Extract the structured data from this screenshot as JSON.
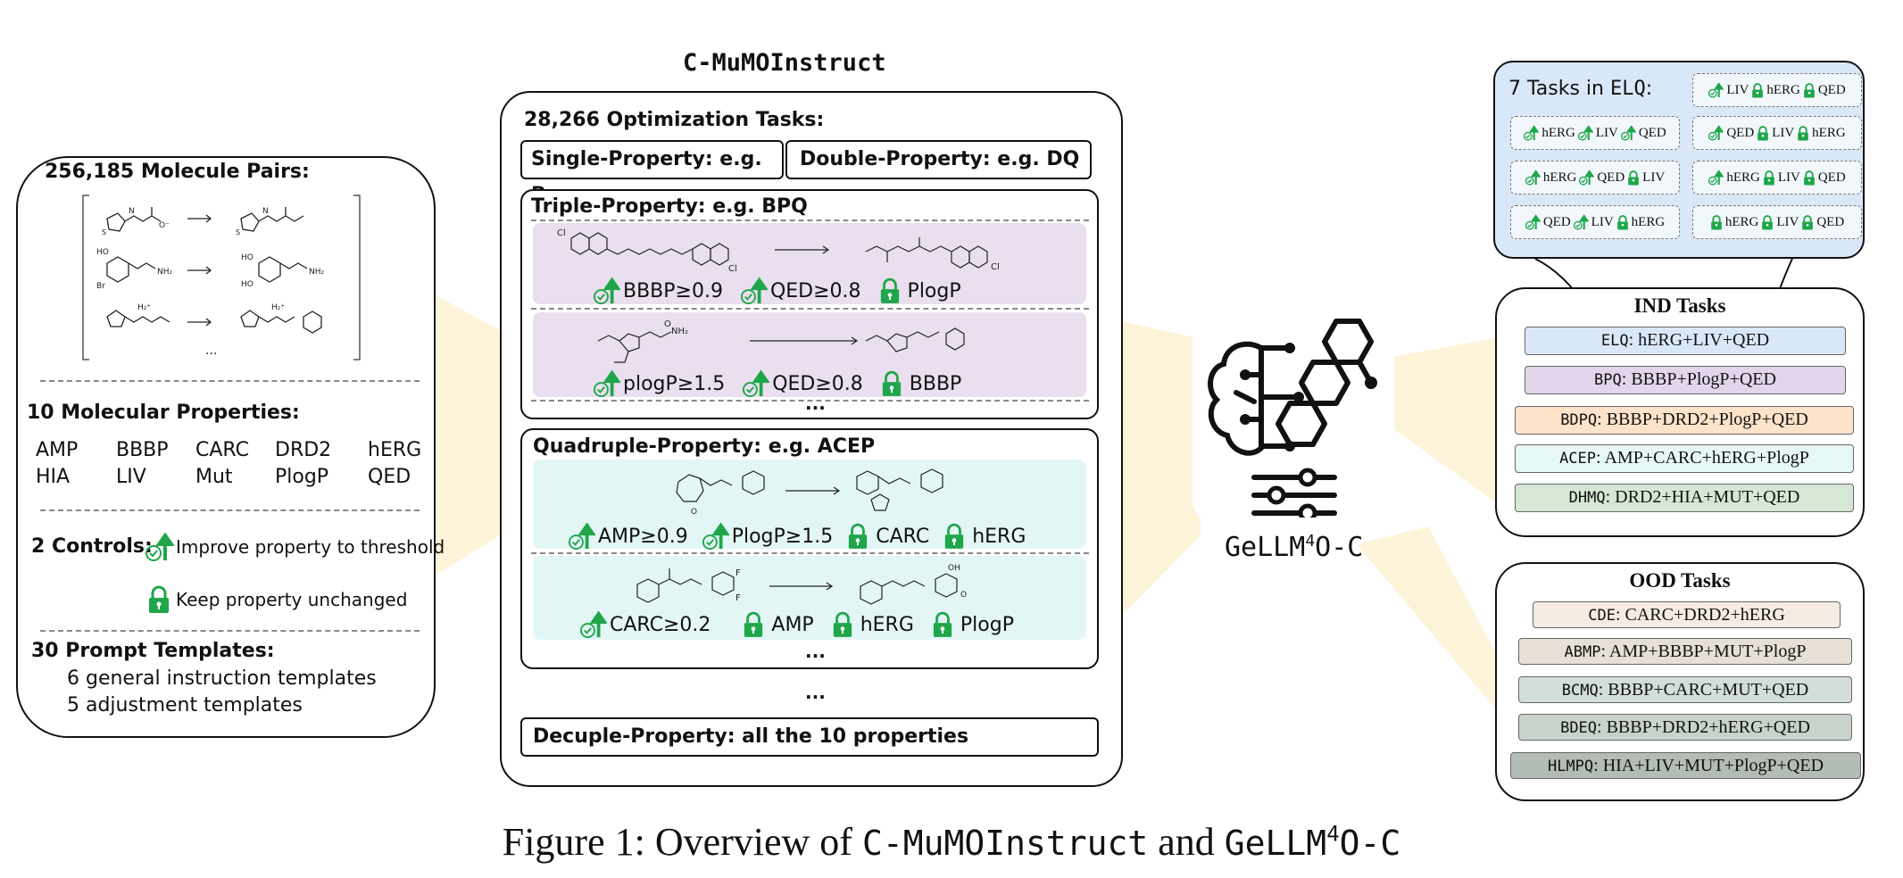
{
  "colors": {
    "green": "#1fa64a",
    "purple_bg": "#e9dfee",
    "cyan_bg": "#e2f6f6",
    "elq_bg": "#d9e8f8",
    "bpq_bg": "#e3d6ec",
    "bdpq_bg": "#fde3c9",
    "acep_bg": "#e6f7f7",
    "dhmq_bg": "#d4e8d5",
    "cde_bg": "#f4ebe2",
    "abmp_bg": "#e6e0d6",
    "bcmq_bg": "#d3ded8",
    "bdeq_bg": "#c8d3cb",
    "hlmpq_bg": "#b3bdb5",
    "beam": "#fdf3d9"
  },
  "left": {
    "pairs_title": "256,185 Molecule Pairs:",
    "ellipsis": "...",
    "props_title": "10 Molecular Properties:",
    "properties": [
      "AMP",
      "BBBP",
      "CARC",
      "DRD2",
      "hERG",
      "HIA",
      "LIV",
      "Mut",
      "PlogP",
      "QED"
    ],
    "controls_title": "2 Controls:",
    "control_improve": "Improve property to threshold",
    "control_keep": "Keep property unchanged",
    "templates_title": "30 Prompt Templates:",
    "template_general": "6 general instruction templates",
    "template_adjust": "5 adjustment templates"
  },
  "middle": {
    "title": "C-MuMOInstruct",
    "tasks_title": "28,266 Optimization Tasks:",
    "single": "Single-Property: e.g. B",
    "double": "Double-Property: e.g. DQ",
    "triple_title": "Triple-Property: e.g. BPQ",
    "triple_row1": [
      {
        "icon": "improve",
        "text": "BBBP≥0.9"
      },
      {
        "icon": "improve",
        "text": "QED≥0.8"
      },
      {
        "icon": "keep",
        "text": "PlogP"
      }
    ],
    "triple_row2": [
      {
        "icon": "improve",
        "text": "plogP≥1.5"
      },
      {
        "icon": "improve",
        "text": "QED≥0.8"
      },
      {
        "icon": "keep",
        "text": "BBBP"
      }
    ],
    "triple_more": "...",
    "quad_title": "Quadruple-Property: e.g. ACEP",
    "quad_row1": [
      {
        "icon": "improve",
        "text": "AMP≥0.9"
      },
      {
        "icon": "improve",
        "text": "PlogP≥1.5"
      },
      {
        "icon": "keep",
        "text": "CARC"
      },
      {
        "icon": "keep",
        "text": "hERG"
      }
    ],
    "quad_row2": [
      {
        "icon": "improve",
        "text": "CARC≥0.2"
      },
      {
        "icon": "keep",
        "text": "AMP"
      },
      {
        "icon": "keep",
        "text": "hERG"
      },
      {
        "icon": "keep",
        "text": "PlogP"
      }
    ],
    "quad_more": "...",
    "more": "...",
    "decuple": "Decuple-Property: all the 10 properties"
  },
  "model": {
    "name_prefix": "GeLLM",
    "name_sup": "4",
    "name_suffix": "O-C"
  },
  "elq": {
    "title_prefix": "7 Tasks in ",
    "title_code": "ELQ",
    "title_suffix": ":",
    "tasks": [
      [
        {
          "i": "improve",
          "t": "LIV"
        },
        {
          "i": "keep",
          "t": "hERG"
        },
        {
          "i": "keep",
          "t": "QED"
        }
      ],
      [
        {
          "i": "improve",
          "t": "hERG"
        },
        {
          "i": "improve",
          "t": "LIV"
        },
        {
          "i": "improve",
          "t": "QED"
        }
      ],
      [
        {
          "i": "improve",
          "t": "QED"
        },
        {
          "i": "keep",
          "t": "LIV"
        },
        {
          "i": "keep",
          "t": "hERG"
        }
      ],
      [
        {
          "i": "improve",
          "t": "hERG"
        },
        {
          "i": "improve",
          "t": "QED"
        },
        {
          "i": "keep",
          "t": "LIV"
        }
      ],
      [
        {
          "i": "improve",
          "t": "hERG"
        },
        {
          "i": "keep",
          "t": "LIV"
        },
        {
          "i": "keep",
          "t": "QED"
        }
      ],
      [
        {
          "i": "improve",
          "t": "QED"
        },
        {
          "i": "improve",
          "t": "LIV"
        },
        {
          "i": "keep",
          "t": "hERG"
        }
      ],
      [
        {
          "i": "keep",
          "t": "hERG"
        },
        {
          "i": "keep",
          "t": "LIV"
        },
        {
          "i": "keep",
          "t": "QED"
        }
      ]
    ]
  },
  "ind": {
    "title": "IND Tasks",
    "items": [
      {
        "code": "ELQ",
        "desc": ": hERG+LIV+QED"
      },
      {
        "code": "BPQ",
        "desc": ": BBBP+PlogP+QED"
      },
      {
        "code": "BDPQ",
        "desc": ": BBBP+DRD2+PlogP+QED"
      },
      {
        "code": "ACEP",
        "desc": ": AMP+CARC+hERG+PlogP"
      },
      {
        "code": "DHMQ",
        "desc": ": DRD2+HIA+MUT+QED"
      }
    ]
  },
  "ood": {
    "title": "OOD Tasks",
    "items": [
      {
        "code": "CDE",
        "desc": ": CARC+DRD2+hERG"
      },
      {
        "code": "ABMP",
        "desc": ": AMP+BBBP+MUT+PlogP"
      },
      {
        "code": "BCMQ",
        "desc": ": BBBP+CARC+MUT+QED"
      },
      {
        "code": "BDEQ",
        "desc": ": BBBP+DRD2+hERG+QED"
      },
      {
        "code": "HLMPQ",
        "desc": ": HIA+LIV+MUT+PlogP+QED"
      }
    ]
  },
  "caption": {
    "prefix": "Figure 1: Overview of ",
    "code1": "C-MuMOInstruct",
    "and": " and ",
    "code2_prefix": "GeLLM",
    "code2_sup": "4",
    "code2_suffix": "O-C"
  }
}
